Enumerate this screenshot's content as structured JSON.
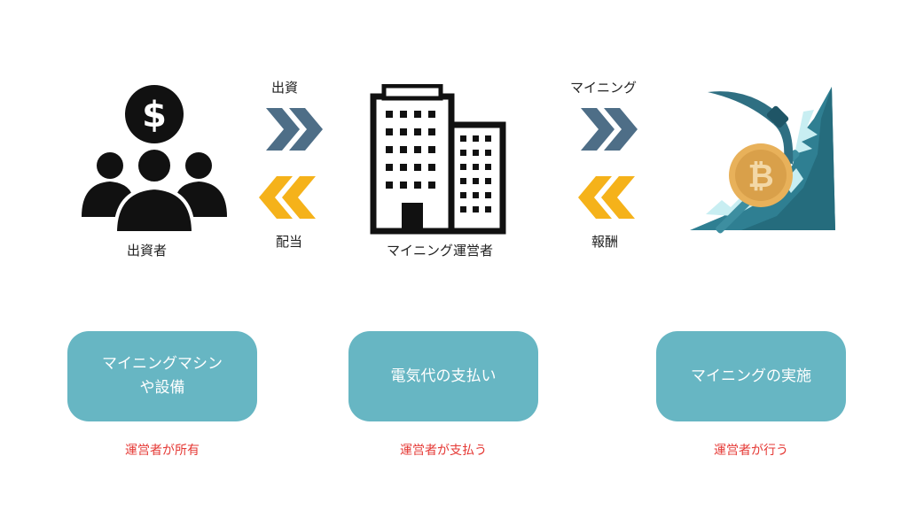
{
  "top": {
    "investor_label": "出資者",
    "invest_arrow_label": "出資",
    "dividend_arrow_label": "配当",
    "operator_label": "マイニング運営者",
    "mining_arrow_label": "マイニング",
    "reward_arrow_label": "報酬",
    "dollar_symbol": "$",
    "bitcoin_symbol": "₿"
  },
  "boxes": [
    {
      "lines": [
        "マイニングマシン",
        "や設備"
      ],
      "note": "運営者が所有"
    },
    {
      "lines": [
        "電気代の支払い"
      ],
      "note": "運営者が支払う"
    },
    {
      "lines": [
        "マイニングの実施"
      ],
      "note": "運営者が行う"
    }
  ],
  "colors": {
    "arrow_forward": "#4e6e87",
    "arrow_back": "#f5b21a",
    "box": "#67b6c3",
    "note": "#e53935",
    "icon": "#111111"
  },
  "icons": [
    "investors-icon",
    "dollar-coin-icon",
    "building-icon",
    "mining-bitcoin-icon"
  ]
}
